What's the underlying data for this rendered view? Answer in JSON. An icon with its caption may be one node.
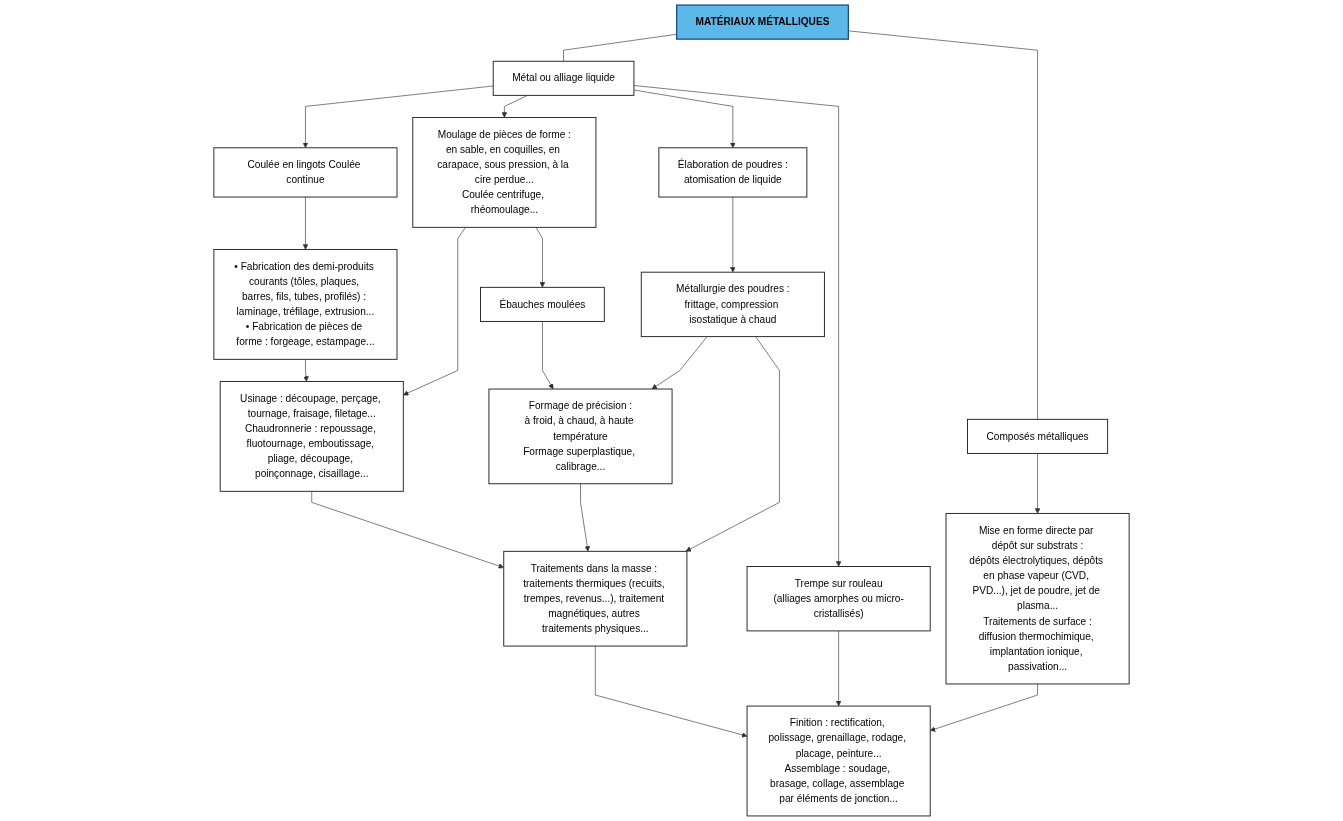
{
  "diagram": {
    "nodes": [
      {
        "text": [
          "MATÉRIAUX MÉTALLIQUES"
        ]
      },
      {
        "text": [
          "Métal ou alliage liquide"
        ]
      },
      {
        "text": [
          "Composés métalliques"
        ]
      },
      {
        "text": [
          "Coulée en lingots Coulée continue"
        ]
      },
      {
        "text": [
          "Moulage de pièces de forme :",
          "en sable, en coquilles, en carapace, sous pression, à la cire perdue...",
          "Coulée centrifuge, rhéomoulage..."
        ]
      },
      {
        "text": [
          "Ébauches moulées"
        ]
      },
      {
        "text": [
          "Élaboration de poudres :",
          "atomisation de liquide"
        ]
      },
      {
        "text": [
          "Trempe sur rouleau",
          "(alliages amorphes ou micro-cristallisés)"
        ]
      },
      {
        "text": [
          "Mise en forme directe par dépôt sur substrats :",
          "dépôts électrolytiques, dépôts en phase vapeur (CVD, PVD...), jet de poudre, jet de plasma...",
          "Traitements de surface :",
          "diffusion thermochimique, implantation ionique, passivation..."
        ]
      },
      {
        "text": [
          "• Fabrication des demi-produits courants (tôles, plaques, barres, fils, tubes, profilés) : laminage, tréfilage, extrusion...",
          "• Fabrication de pièces de forme : forgeage, estampage..."
        ]
      },
      {
        "text": [
          "Formage de précision :",
          "à froid, à chaud, à haute température",
          "Formage superplastique, calibrage..."
        ]
      },
      {
        "text": [
          "Métallurgie des poudres :",
          "frittage, compression isostatique à chaud"
        ]
      },
      {
        "text": [
          "Usinage : découpage, perçage, tournage, fraisage, filetage...",
          "Chaudronnerie : repoussage, fluotournage, emboutissage, pliage, découpage, poinçonnage, cisaillage..."
        ]
      },
      {
        "text": [
          "Traitements dans la masse : traitements thermiques (recuits, trempes, revenus...), traitement magnétiques, autres traitements physiques..."
        ]
      },
      {
        "text": [
          "Finition : rectification, polissage, grenaillage, rodage, placage, peinture...",
          "Assemblage : soudage, brasage, collage, assemblage par éléments de jonction..."
        ]
      }
    ],
    "edges": [
      {
        "from": 0,
        "to": 1,
        "arrow": "none"
      },
      {
        "from": 0,
        "to": 2,
        "arrow": "none"
      },
      {
        "from": 1,
        "to": 3,
        "arrow": "to"
      },
      {
        "from": 1,
        "to": 4,
        "arrow": "to"
      },
      {
        "from": 1,
        "to": 6,
        "arrow": "to"
      },
      {
        "from": 1,
        "to": 7,
        "arrow": "to"
      },
      {
        "from": 2,
        "to": 8,
        "arrow": "to"
      },
      {
        "from": 4,
        "to": 5,
        "arrow": "to"
      },
      {
        "from": 3,
        "to": 9,
        "arrow": "to"
      },
      {
        "from": 5,
        "to": 10,
        "arrow": "to"
      },
      {
        "from": 6,
        "to": 11,
        "arrow": "to"
      },
      {
        "from": 11,
        "to": 10,
        "arrow": "to"
      },
      {
        "from": 9,
        "to": 12,
        "arrow": "to"
      },
      {
        "from": 4,
        "to": 12,
        "arrow": "to"
      },
      {
        "from": 12,
        "to": 13,
        "arrow": "to"
      },
      {
        "from": 10,
        "to": 13,
        "arrow": "to"
      },
      {
        "from": 11,
        "to": 13,
        "arrow": "to"
      },
      {
        "from": 13,
        "to": 14,
        "arrow": "to"
      },
      {
        "from": 7,
        "to": 14,
        "arrow": "to"
      },
      {
        "from": 8,
        "to": 14,
        "arrow": "to"
      }
    ]
  }
}
